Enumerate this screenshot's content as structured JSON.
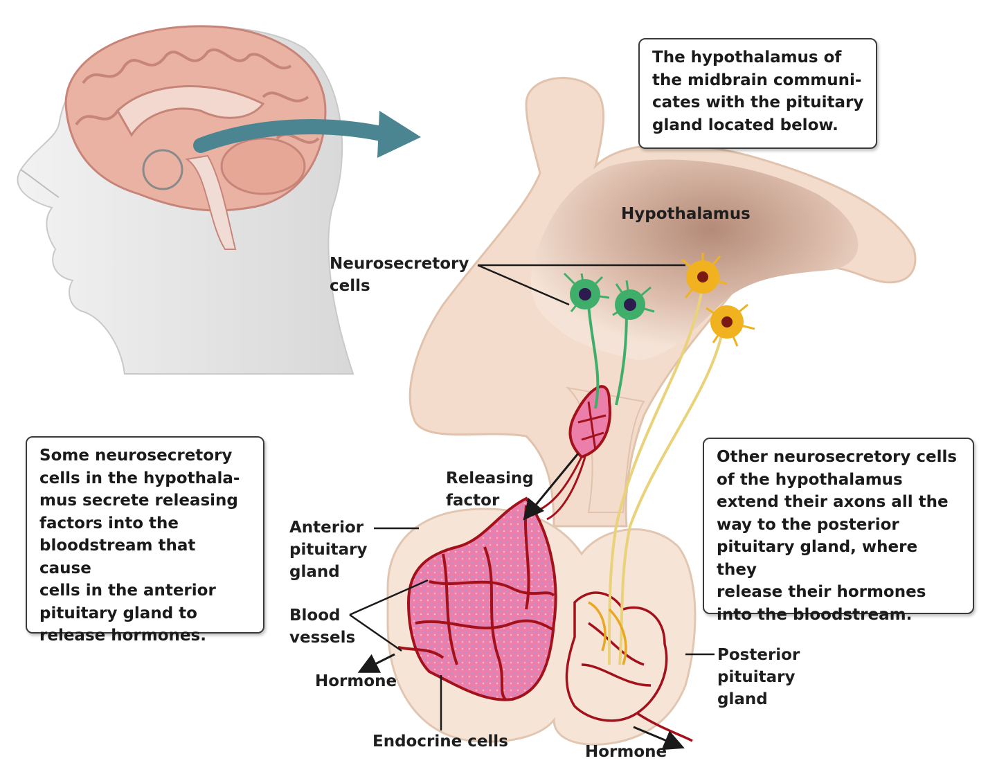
{
  "callouts": {
    "top": "The hypothalamus of\nthe midbrain communi-\ncates with the pituitary\ngland located below.",
    "left": "Some neurosecretory\ncells in the hypothala-\nmus secrete releasing\nfactors into the\nbloodstream that cause\ncells in the anterior\npituitary gland to\nrelease hormones.",
    "right": "Other neurosecretory cells\nof the hypothalamus\nextend their axons all the\nway to the posterior\npituitary gland, where they\nrelease their hormones\ninto the bloodstream."
  },
  "labels": {
    "hypothalamus": "Hypothalamus",
    "neurosecretory_cells": "Neurosecretory\ncells",
    "releasing_factor": "Releasing\nfactor",
    "anterior_pituitary": "Anterior\npituitary\ngland",
    "blood_vessels": "Blood\nvessels",
    "hormone_left": "Hormone",
    "endocrine_cells": "Endocrine cells",
    "hormone_bottom": "Hormone",
    "posterior_pituitary": "Posterior\npituitary\ngland"
  },
  "colors": {
    "tissue": "#f3dccb",
    "hypothalamus_shade": "#c9a08c",
    "anterior_lobe": "#e8669a",
    "blood_vessel": "#a3111b",
    "neuron_green": "#3fae6a",
    "neuron_yellow": "#f0b21e",
    "axon_yellow": "#e9d27a",
    "arrow": "#4b8591",
    "brain": "#e9b2a3"
  }
}
